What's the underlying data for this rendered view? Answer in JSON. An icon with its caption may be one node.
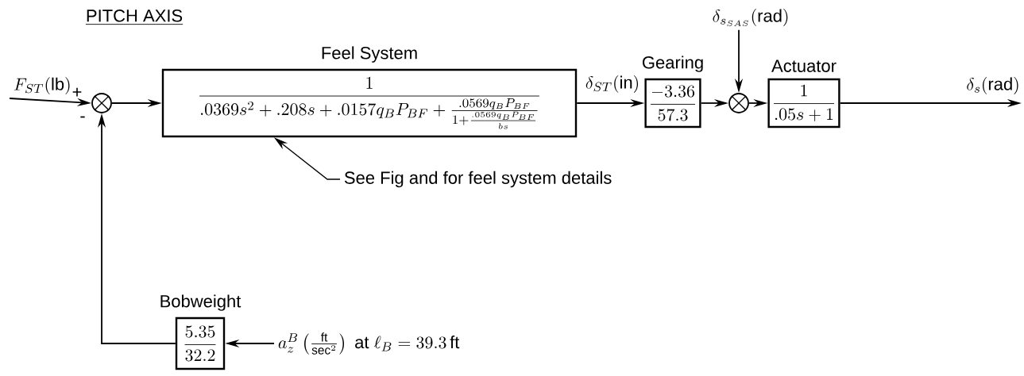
{
  "diagram": {
    "title": "PITCH AXIS",
    "nodes": [
      {
        "text": [
          "F_{ST}(\\mathrm{lb})"
        ]
      },
      {
        "text": [],
        "shape": "circle"
      },
      {
        "text": [
          "Feel System",
          "\\frac{1}{.0369s^2+.208s+.0157q_BP_{BF}+\\frac{.0569q_BP_{BF}}{1+\\frac{.0569q_BP_{BF}}{bs}}}"
        ]
      },
      {
        "text": [
          "Gearing",
          "\\frac{-3.36}{57.3}"
        ]
      },
      {
        "text": [],
        "shape": "circle"
      },
      {
        "text": [
          "\\delta_{s_{SAS}}(\\mathrm{rad})"
        ]
      },
      {
        "text": [
          "Actuator",
          "\\frac{1}{.05s+1}"
        ]
      },
      {
        "text": [
          "Bobweight",
          "\\frac{5.35}{32.2}"
        ]
      },
      {
        "text": [
          "a_z^B\\left(\\frac{\\mathrm{ft}}{\\mathrm{sec}^2}\\right)\\ \\mathrm{at}\\ \\ell_B=39.3\\,\\mathrm{ft}"
        ]
      },
      {
        "text": [
          "See Fig and for feel system details"
        ]
      }
    ],
    "edges": [
      {
        "from": 0,
        "to": 1,
        "arrow": "to"
      },
      {
        "from": 1,
        "to": 2,
        "arrow": "to"
      },
      {
        "from": 2,
        "to": 3,
        "arrow": "to",
        "label": "\\delta_{ST}(\\mathrm{in})"
      },
      {
        "from": 3,
        "to": 4,
        "arrow": "to"
      },
      {
        "from": 5,
        "to": 4,
        "arrow": "to"
      },
      {
        "from": 4,
        "to": 6,
        "arrow": "to"
      },
      {
        "from": 6,
        "to": null,
        "arrow": "to",
        "label": "\\delta_s(\\mathrm{rad})"
      },
      {
        "from": 8,
        "to": 7,
        "arrow": "to"
      },
      {
        "from": 7,
        "to": 1,
        "arrow": "to"
      },
      {
        "from": 9,
        "to": 2,
        "arrow": "to"
      }
    ],
    "labels": [
      "+",
      "-"
    ]
  }
}
